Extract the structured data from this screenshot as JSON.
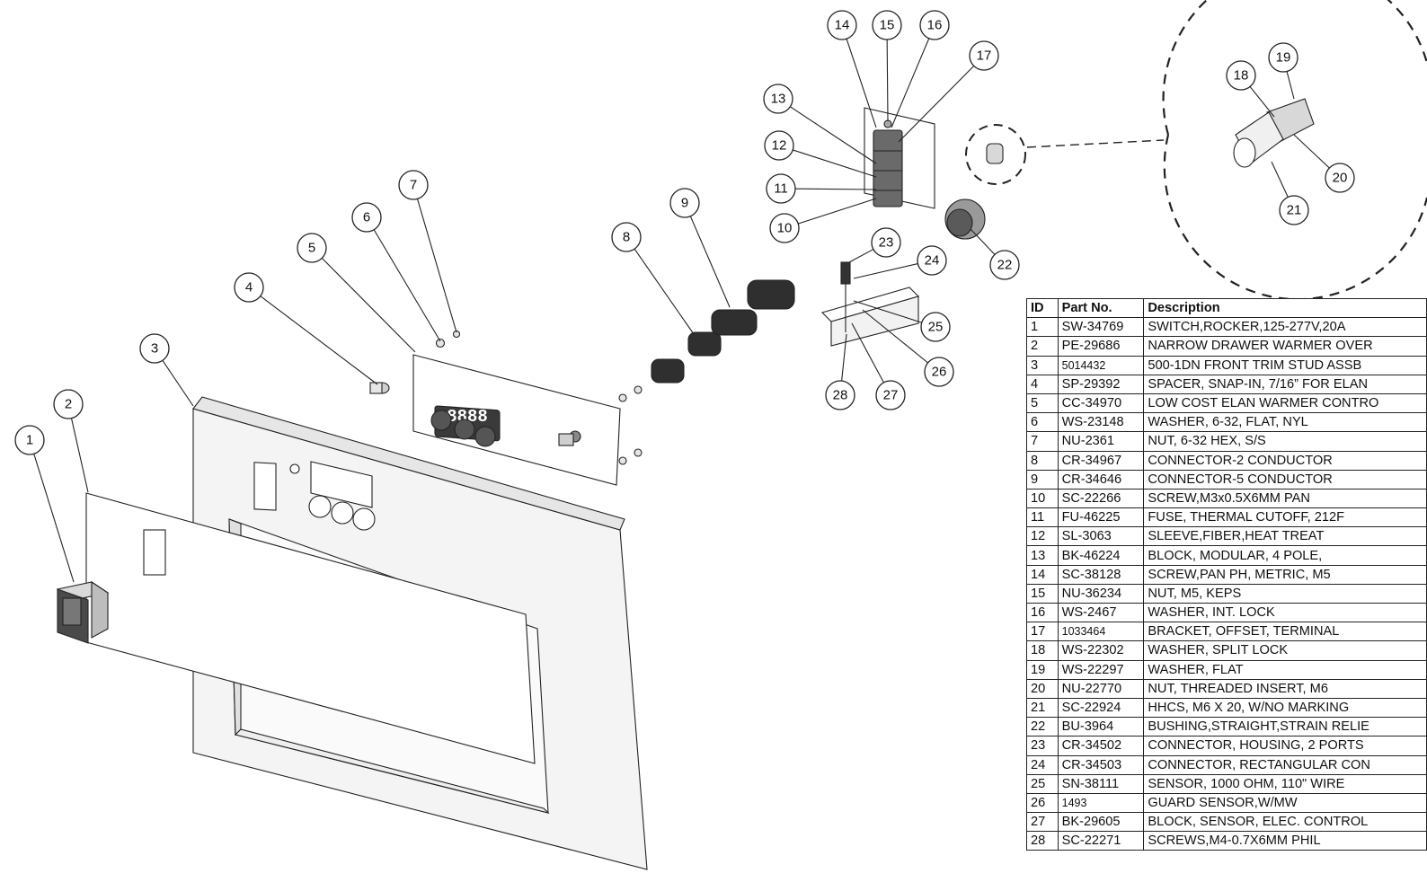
{
  "table": {
    "headers": [
      "ID",
      "Part No.",
      "Description"
    ],
    "rows": [
      {
        "id": "1",
        "part": "SW-34769",
        "desc": "SWITCH,ROCKER,125-277V,20A"
      },
      {
        "id": "2",
        "part": "PE-29686",
        "desc": "NARROW DRAWER WARMER OVER"
      },
      {
        "id": "3",
        "part": "5014432",
        "desc": "500-1DN FRONT TRIM STUD ASSB"
      },
      {
        "id": "4",
        "part": "SP-29392",
        "desc": "SPACER, SNAP-IN, 7/16” FOR ELAN"
      },
      {
        "id": "5",
        "part": "CC-34970",
        "desc": "LOW COST ELAN WARMER CONTRO"
      },
      {
        "id": "6",
        "part": "WS-23148",
        "desc": "WASHER, 6-32, FLAT, NYL"
      },
      {
        "id": "7",
        "part": "NU-2361",
        "desc": "NUT, 6-32 HEX, S/S"
      },
      {
        "id": "8",
        "part": "CR-34967",
        "desc": "CONNECTOR-2 CONDUCTOR"
      },
      {
        "id": "9",
        "part": "CR-34646",
        "desc": "CONNECTOR-5 CONDUCTOR"
      },
      {
        "id": "10",
        "part": "SC-22266",
        "desc": "SCREW,M3x0.5X6MM PAN"
      },
      {
        "id": "11",
        "part": "FU-46225",
        "desc": "FUSE, THERMAL CUTOFF, 212F"
      },
      {
        "id": "12",
        "part": "SL-3063",
        "desc": "SLEEVE,FIBER,HEAT TREAT"
      },
      {
        "id": "13",
        "part": "BK-46224",
        "desc": "BLOCK, MODULAR, 4 POLE,"
      },
      {
        "id": "14",
        "part": "SC-38128",
        "desc": "SCREW,PAN PH, METRIC, M5"
      },
      {
        "id": "15",
        "part": "NU-36234",
        "desc": "NUT, M5, KEPS"
      },
      {
        "id": "16",
        "part": "WS-2467",
        "desc": "WASHER, INT. LOCK"
      },
      {
        "id": "17",
        "part": "1033464",
        "desc": "BRACKET, OFFSET, TERMINAL"
      },
      {
        "id": "18",
        "part": "WS-22302",
        "desc": "WASHER, SPLIT LOCK"
      },
      {
        "id": "19",
        "part": "WS-22297",
        "desc": "WASHER, FLAT"
      },
      {
        "id": "20",
        "part": "NU-22770",
        "desc": "NUT, THREADED INSERT, M6"
      },
      {
        "id": "21",
        "part": "SC-22924",
        "desc": "HHCS, M6 X 20, W/NO MARKING"
      },
      {
        "id": "22",
        "part": "BU-3964",
        "desc": "BUSHING,STRAIGHT,STRAIN RELIE"
      },
      {
        "id": "23",
        "part": "CR-34502",
        "desc": "CONNECTOR, HOUSING, 2 PORTS"
      },
      {
        "id": "24",
        "part": "CR-34503",
        "desc": "CONNECTOR, RECTANGULAR CON"
      },
      {
        "id": "25",
        "part": "SN-38111",
        "desc": "SENSOR, 1000 OHM, 110\" WIRE"
      },
      {
        "id": "26",
        "part": "1493",
        "desc": "GUARD SENSOR,W/MW"
      },
      {
        "id": "27",
        "part": "BK-29605",
        "desc": "BLOCK, SENSOR, ELEC. CONTROL"
      },
      {
        "id": "28",
        "part": "SC-22271",
        "desc": "SCREWS,M4-0.7X6MM PHIL"
      }
    ]
  },
  "callouts": [
    "1",
    "2",
    "3",
    "4",
    "5",
    "6",
    "7",
    "8",
    "9",
    "10",
    "11",
    "12",
    "13",
    "14",
    "15",
    "16",
    "17",
    "18",
    "19",
    "20",
    "21",
    "22",
    "23",
    "24",
    "25",
    "26",
    "27",
    "28"
  ],
  "display": {
    "digits": "8888"
  }
}
